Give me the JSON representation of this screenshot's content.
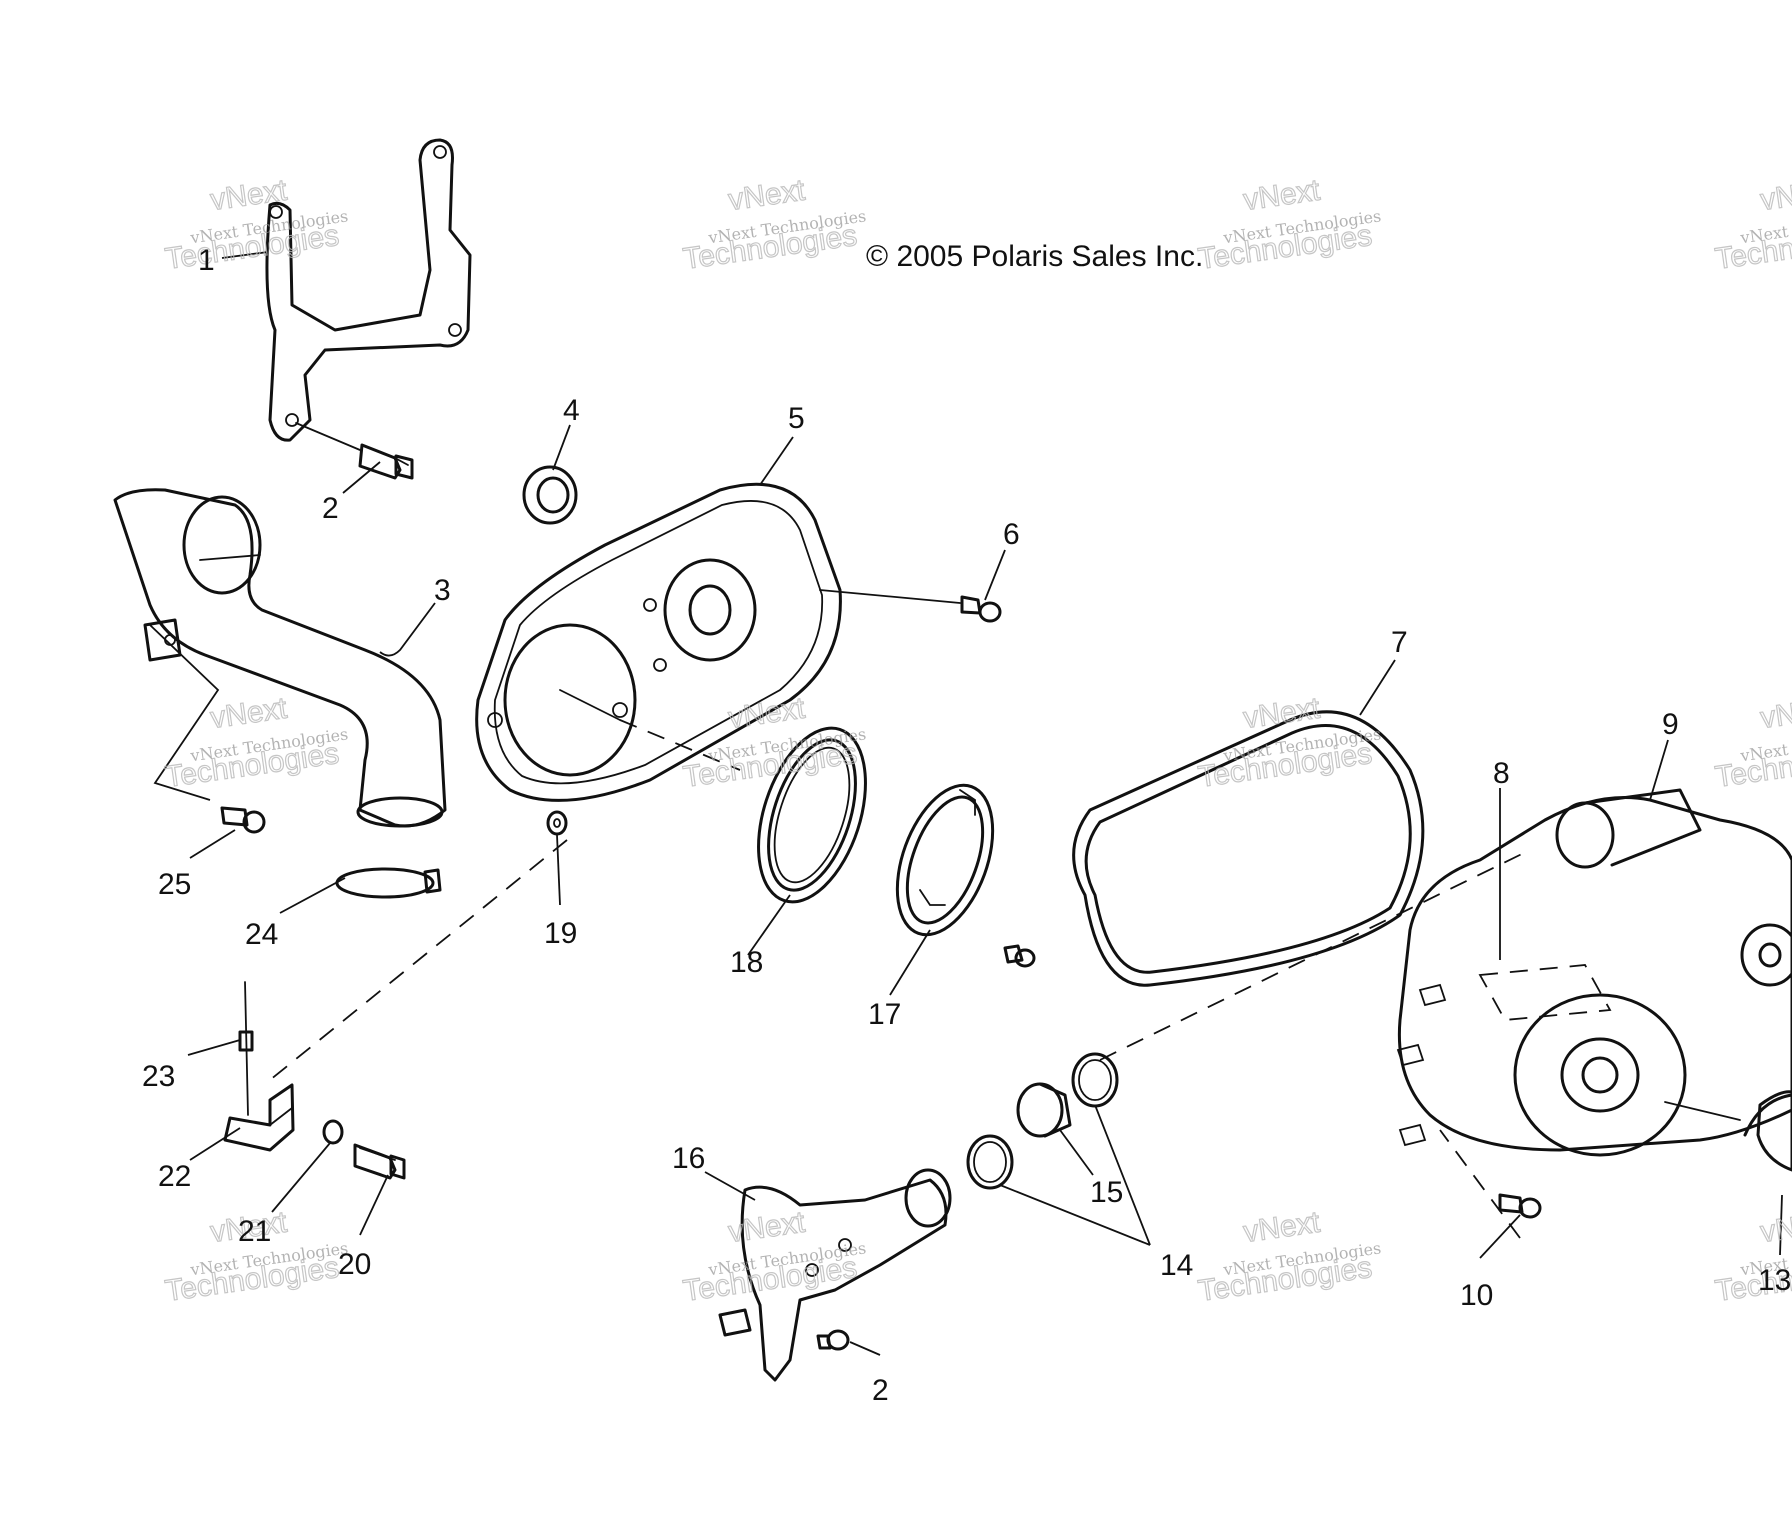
{
  "copyright": "© 2005 Polaris Sales Inc.",
  "watermark": {
    "line1": "vNext Technologies",
    "word1": "vNext",
    "word2": "Technologies"
  },
  "callouts": [
    {
      "id": "c1",
      "label": "1"
    },
    {
      "id": "c2a",
      "label": "2"
    },
    {
      "id": "c3",
      "label": "3"
    },
    {
      "id": "c4",
      "label": "4"
    },
    {
      "id": "c5",
      "label": "5"
    },
    {
      "id": "c6",
      "label": "6"
    },
    {
      "id": "c7",
      "label": "7"
    },
    {
      "id": "c8",
      "label": "8"
    },
    {
      "id": "c9",
      "label": "9"
    },
    {
      "id": "c10",
      "label": "10"
    },
    {
      "id": "c13",
      "label": "13"
    },
    {
      "id": "c14",
      "label": "14"
    },
    {
      "id": "c15",
      "label": "15"
    },
    {
      "id": "c16",
      "label": "16"
    },
    {
      "id": "c17",
      "label": "17"
    },
    {
      "id": "c18",
      "label": "18"
    },
    {
      "id": "c19",
      "label": "19"
    },
    {
      "id": "c20",
      "label": "20"
    },
    {
      "id": "c21",
      "label": "21"
    },
    {
      "id": "c22",
      "label": "22"
    },
    {
      "id": "c23",
      "label": "23"
    },
    {
      "id": "c24",
      "label": "24"
    },
    {
      "id": "c25",
      "label": "25"
    },
    {
      "id": "c2b",
      "label": "2"
    }
  ]
}
